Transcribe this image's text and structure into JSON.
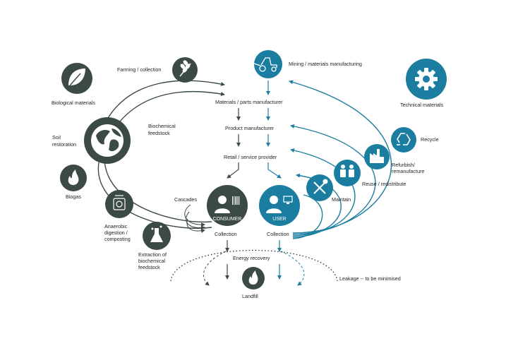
{
  "colors": {
    "bio": "#3b4a46",
    "tech": "#1b7ea0",
    "text": "#1f1f1f"
  },
  "nodes": {
    "biological_materials": {
      "label": "Biological materials",
      "icon": "leaf-icon"
    },
    "farming": {
      "label": "Farming / collection",
      "icon": "wheat-icon"
    },
    "soil_restoration": {
      "line1": "Soil",
      "line2": "restoration",
      "icon": "globe-icon"
    },
    "biochemical_feedstock": {
      "line1": "Biochemical",
      "line2": "feedstock"
    },
    "biogas": {
      "label": "Biogas",
      "icon": "flame-icon"
    },
    "anaerobic": {
      "line1": "Anaerobic",
      "line2": "digestion /",
      "line3": "composting",
      "icon": "digester-icon"
    },
    "extraction": {
      "line1": "Extraction of",
      "line2": "biochemical",
      "line3": "feedstock",
      "icon": "flask-icon"
    },
    "mining": {
      "label": "Mining / materials manufacturing",
      "icon": "tractor-icon"
    },
    "technical_materials": {
      "label": "Technical materials",
      "icon": "gear-icon"
    },
    "materials_parts": {
      "label": "Materials / parts manufacturer"
    },
    "product_manufacturer": {
      "label": "Product manufacturer"
    },
    "retail": {
      "label": "Retail / service provider"
    },
    "recycle": {
      "label": "Recycle",
      "icon": "recycle-icon"
    },
    "refurbish": {
      "line1": "Refurbish/",
      "line2": "remanufacture",
      "icon": "factory-icon"
    },
    "reuse": {
      "label": "Reuse / redistribute",
      "icon": "people-icon"
    },
    "maintain": {
      "label": "Maintain",
      "icon": "tools-icon"
    },
    "consumer": {
      "label": "CONSUMER",
      "icon": "person-barcode-icon"
    },
    "user": {
      "label": "USER",
      "icon": "person-computer-icon"
    },
    "cascades": {
      "label": "Cascades"
    },
    "collection_consumer": {
      "label": "Collection"
    },
    "collection_user": {
      "label": "Collection"
    },
    "energy_recovery": {
      "label": "Energy recovery"
    },
    "landfill": {
      "label": "Landfill",
      "icon": "flame-icon"
    },
    "leakage": {
      "label": "Leakage -- to be minimised"
    }
  }
}
